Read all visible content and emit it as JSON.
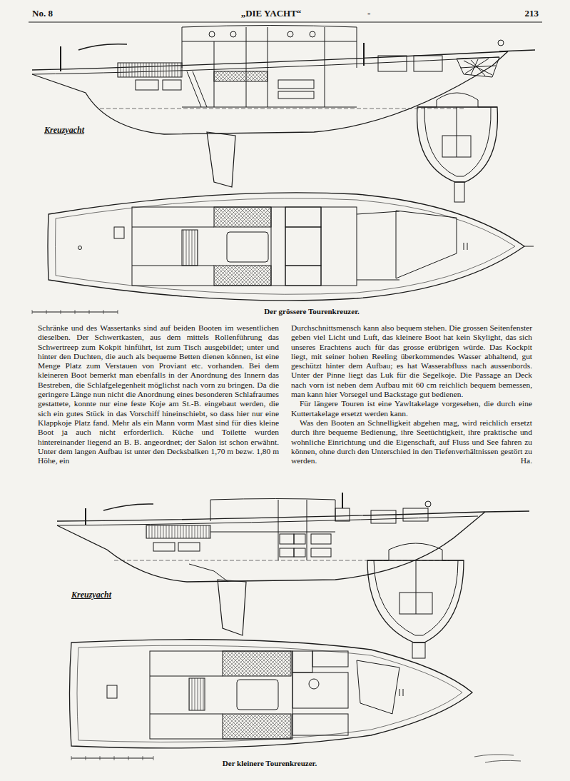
{
  "diagram": {
    "title": "„DIE YACHT“",
    "labels": [
      "No. 8",
      "-",
      "213",
      "Kreuzyacht",
      "Der grössere Tourenkreuzer.",
      "Schränke und des Wassertanks sind auf beiden Booten im wesentlichen dieselben. Der Schwertkasten, aus dem mittels Rollenführung das Schwertreep zum Kokpit hinführt, ist zum Tisch ausgebildet; unter und hinter den Duchten, die auch als bequeme Betten dienen können, ist eine Menge Platz zum Verstauen von Proviant etc. vorhanden. Bei dem kleineren Boot bemerkt man ebenfalls in der Anordnung des Innern das Bestreben, die Schlafgelegenheit möglichst nach vorn zu bringen. Da die geringere Länge nun nicht die Anordnung eines besonderen Schlafraumes gestattete, konnte nur eine feste Koje am St.-B. eingebaut werden, die sich ein gutes Stück in das Vorschiff hineinschiebt, so dass hier nur eine Klappkoje Platz fand. Mehr als ein Mann vorm Mast sind für dies kleine Boot ja auch nicht erforderlich. Küche und Toilette wurden hintereinander liegend an B. B. angeordnet; der Salon ist schon erwähnt. Unter dem langen Aufbau ist unter den Decksbalken 1,70 m bezw. 1,80 m Höhe, ein",
      "Durchschnittsmensch kann also bequem stehen. Die grossen Seitenfenster geben viel Licht und Luft, das kleinere Boot hat kein Skylight, das sich unseres Erachtens auch für das grosse erübrigen würde. Das Kockpit liegt, mit seiner hohen Reeling überkommendes Wasser abhaltend, gut geschützt hinter dem Aufbau; es hat Wasserabfluss nach aussenbords. Unter der Pinne liegt das Luk für die Segelkoje. Die Passage an Deck nach vorn ist neben dem Aufbau mit 60 cm reichlich bequem bemessen, man kann hier Vorsegel und Backstage gut bedienen.",
      "Für längere Touren ist eine Yawltakelage vorgesehen, die durch eine Kuttertakelage ersetzt werden kann.",
      "Was den Booten an Schnelligkeit abgehen mag, wird reichlich ersetzt durch ihre bequeme Bedienung, ihre Seetüchtigkeit, ihre praktische und wohnliche Einrichtung und die Eigenschaft, auf Fluss und See fahren zu können, ohne durch den Unterschied in den Tiefenverhältnissen gestört zu werden.",
      "Ha.",
      "Kreuzyacht",
      "Der kleinere Tourenkreuzer."
    ]
  }
}
